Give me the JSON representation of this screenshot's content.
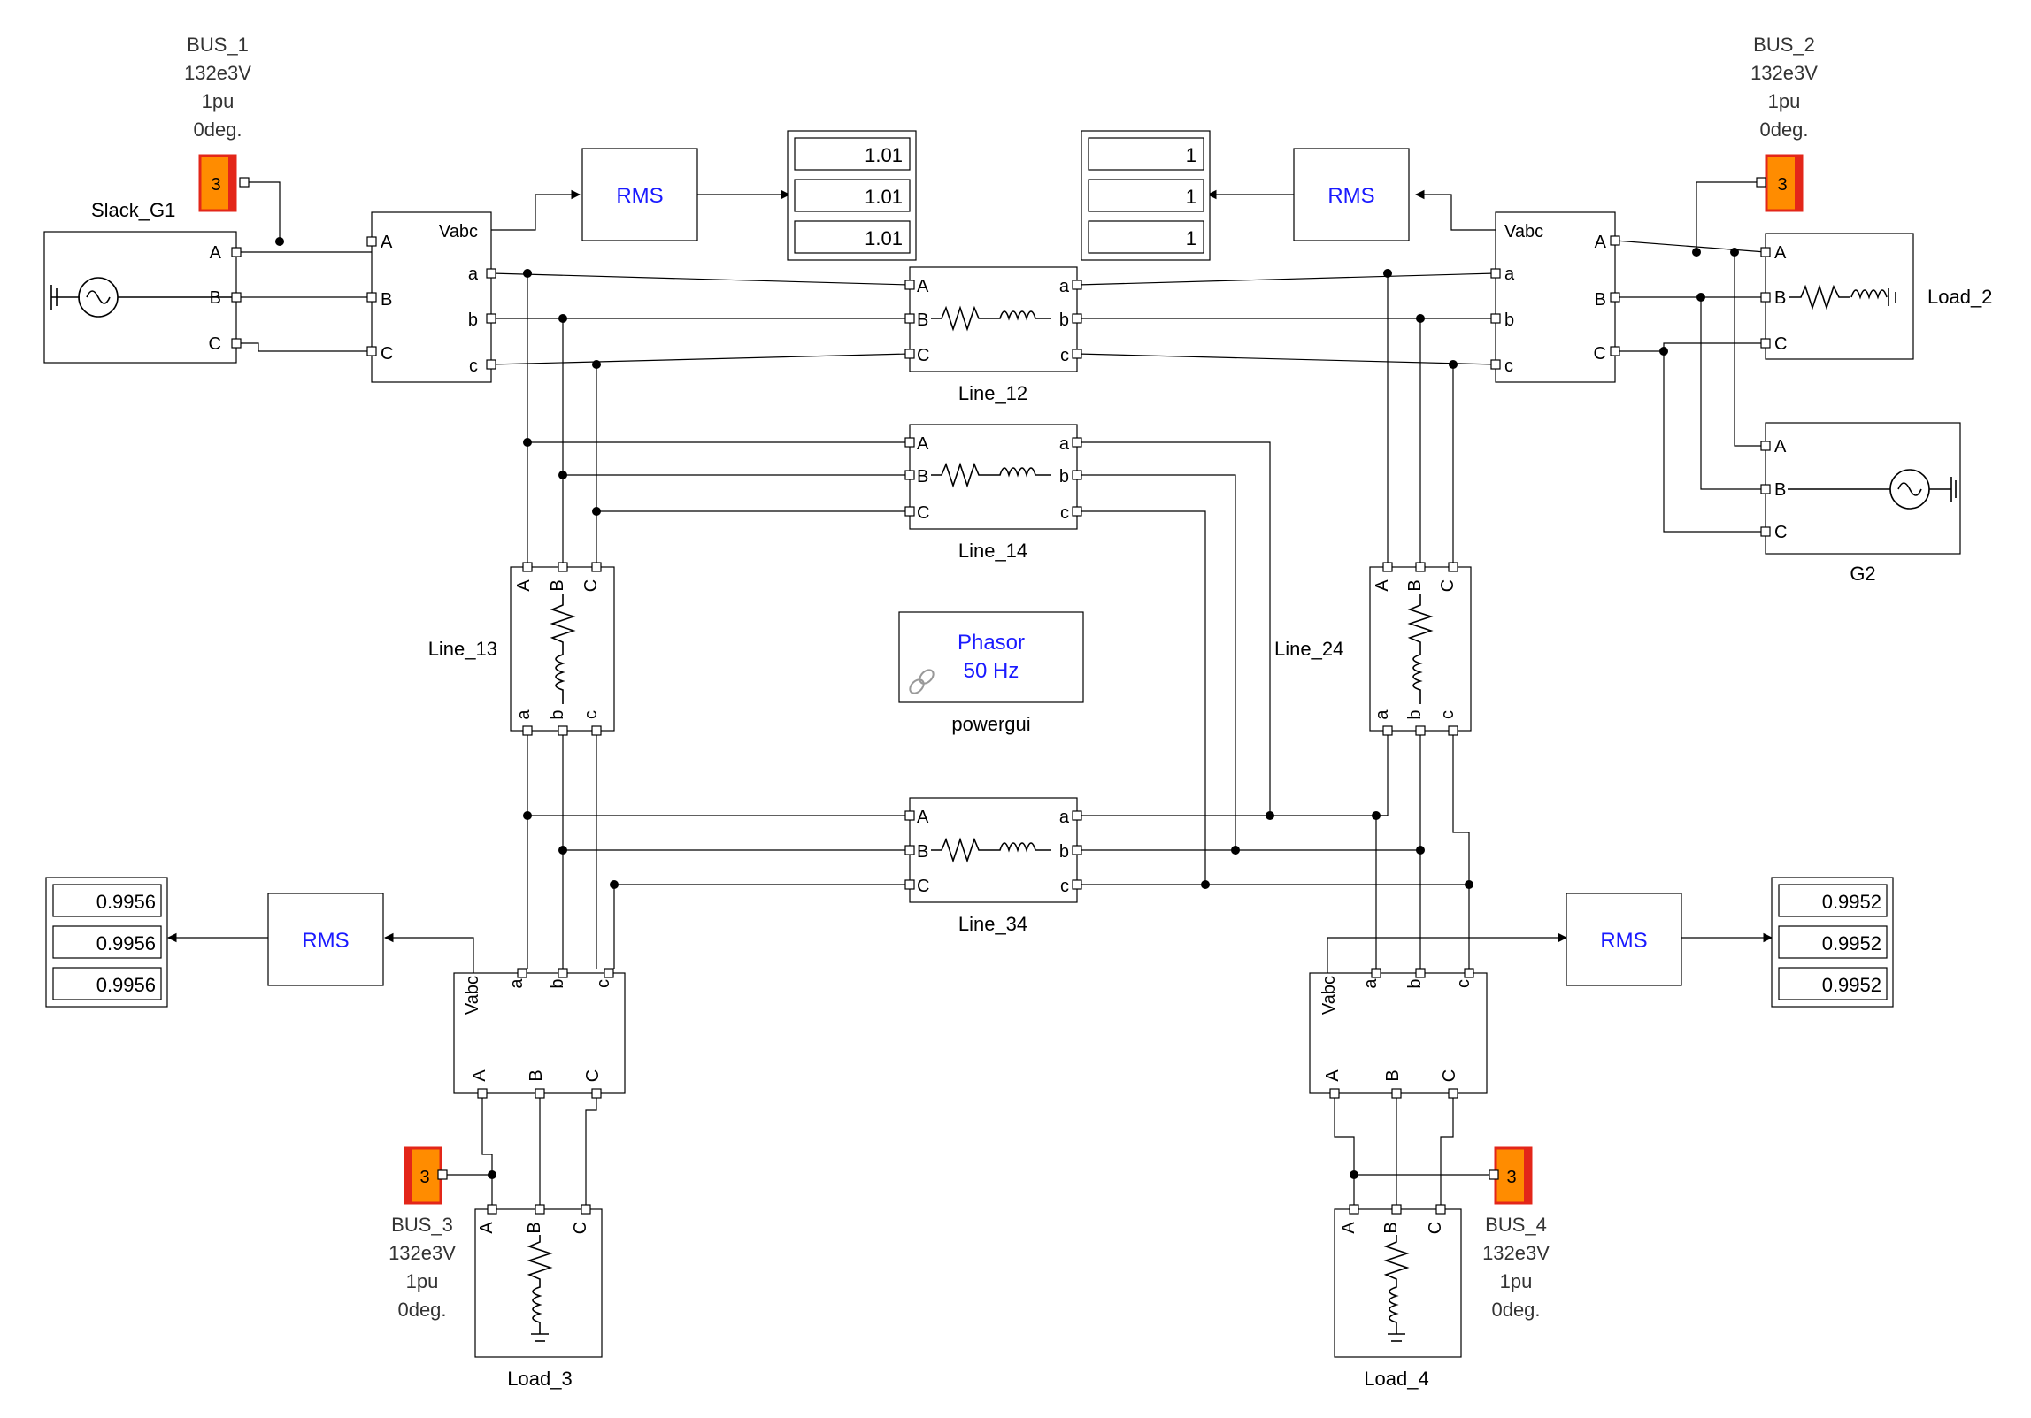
{
  "generator_left": {
    "label": "Slack_G1",
    "ports": [
      "A",
      "B",
      "C"
    ]
  },
  "generator_right": {
    "label": "G2",
    "ports": [
      "A",
      "B",
      "C"
    ]
  },
  "buses": [
    {
      "name": "BUS_1",
      "voltage": "132e3V",
      "pu": "1pu",
      "angle": "0deg.",
      "badge": "3"
    },
    {
      "name": "BUS_2",
      "voltage": "132e3V",
      "pu": "1pu",
      "angle": "0deg.",
      "badge": "3"
    },
    {
      "name": "BUS_3",
      "voltage": "132e3V",
      "pu": "1pu",
      "angle": "0deg.",
      "badge": "3"
    },
    {
      "name": "BUS_4",
      "voltage": "132e3V",
      "pu": "1pu",
      "angle": "0deg.",
      "badge": "3"
    }
  ],
  "meas": {
    "vabc": "Vabc",
    "upper": [
      "A",
      "B",
      "C"
    ],
    "lower": [
      "a",
      "b",
      "c"
    ]
  },
  "lines": {
    "line_12": "Line_12",
    "line_14": "Line_14",
    "line_13": "Line_13",
    "line_24": "Line_24",
    "line_34": "Line_34",
    "ports_upper": [
      "A",
      "B",
      "C"
    ],
    "ports_lower": [
      "a",
      "b",
      "c"
    ]
  },
  "loads": {
    "load_2": "Load_2",
    "load_3": "Load_3",
    "load_4": "Load_4"
  },
  "rms_label": "RMS",
  "displays": {
    "bus1": [
      "1.01",
      "1.01",
      "1.01"
    ],
    "bus2": [
      "1",
      "1",
      "1"
    ],
    "bus3": [
      "0.9956",
      "0.9956",
      "0.9956"
    ],
    "bus4": [
      "0.9952",
      "0.9952",
      "0.9952"
    ]
  },
  "powergui": {
    "line1": "Phasor",
    "line2": "50 Hz",
    "label": "powergui"
  },
  "colors": {
    "text_blue": "#1a1aff",
    "bus_badge": "#ff8c00",
    "bus_badge_edge": "#e32619"
  }
}
